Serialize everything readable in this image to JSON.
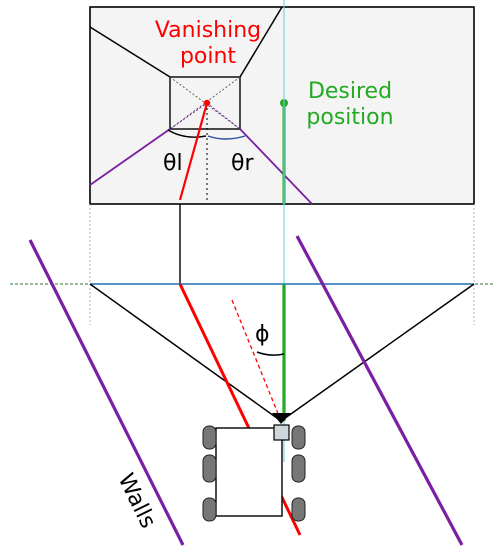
{
  "labels": {
    "vanishing_point_line1": "Vanishing",
    "vanishing_point_line2": "point",
    "desired_position_line1": "Desired",
    "desired_position_line2": "position",
    "theta_left": "θl",
    "theta_right": "θr",
    "phi": "ϕ",
    "walls": "Walls"
  },
  "colors": {
    "vanishing_point": "#ff0000",
    "desired_position": "#22aa22",
    "walls": "#7a1fa2",
    "horizon_line": "#1e6fb5",
    "camera_axis": "#6fd0f0",
    "image_frame_fill": "#f4f4f4",
    "outline": "#000000"
  },
  "icons": {
    "robot": "robot-top-view-icon",
    "camera": "camera-icon"
  }
}
